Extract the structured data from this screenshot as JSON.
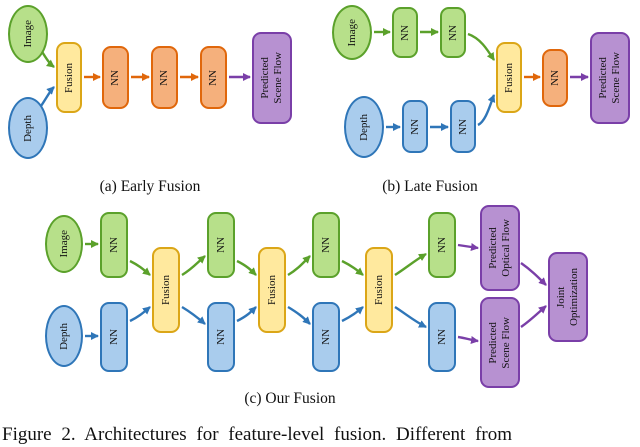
{
  "panels": {
    "a": {
      "caption": "(a) Early Fusion",
      "nodes": {
        "image": "Image",
        "depth": "Depth",
        "fusion": "Fusion",
        "nn": "NN",
        "predicted": "Predicted\nScene Flow"
      }
    },
    "b": {
      "caption": "(b) Late Fusion",
      "nodes": {
        "image": "Image",
        "depth": "Depth",
        "fusion": "Fusion",
        "nn": "NN",
        "predicted": "Predicted\nScene Flow"
      }
    },
    "c": {
      "caption": "(c) Our Fusion",
      "nodes": {
        "image": "Image",
        "depth": "Depth",
        "fusion": "Fusion",
        "nn": "NN",
        "predicted_optical": "Predicted\nOptical Flow",
        "predicted_scene": "Predicted\nScene Flow",
        "joint": "Joint\nOptimization"
      }
    }
  },
  "figure_caption": "Figure 2.  Architectures for feature-level fusion.  Different from",
  "palette": {
    "green_fill": "#b7e08a",
    "green_stroke": "#5ba12b",
    "blue_fill": "#a9cced",
    "blue_stroke": "#2f76b8",
    "yellow_fill": "#ffe99e",
    "yellow_stroke": "#dba617",
    "orange_fill": "#f5b07c",
    "orange_stroke": "#e0670b",
    "purple_fill": "#b791d1",
    "purple_stroke": "#7a3fa8"
  }
}
